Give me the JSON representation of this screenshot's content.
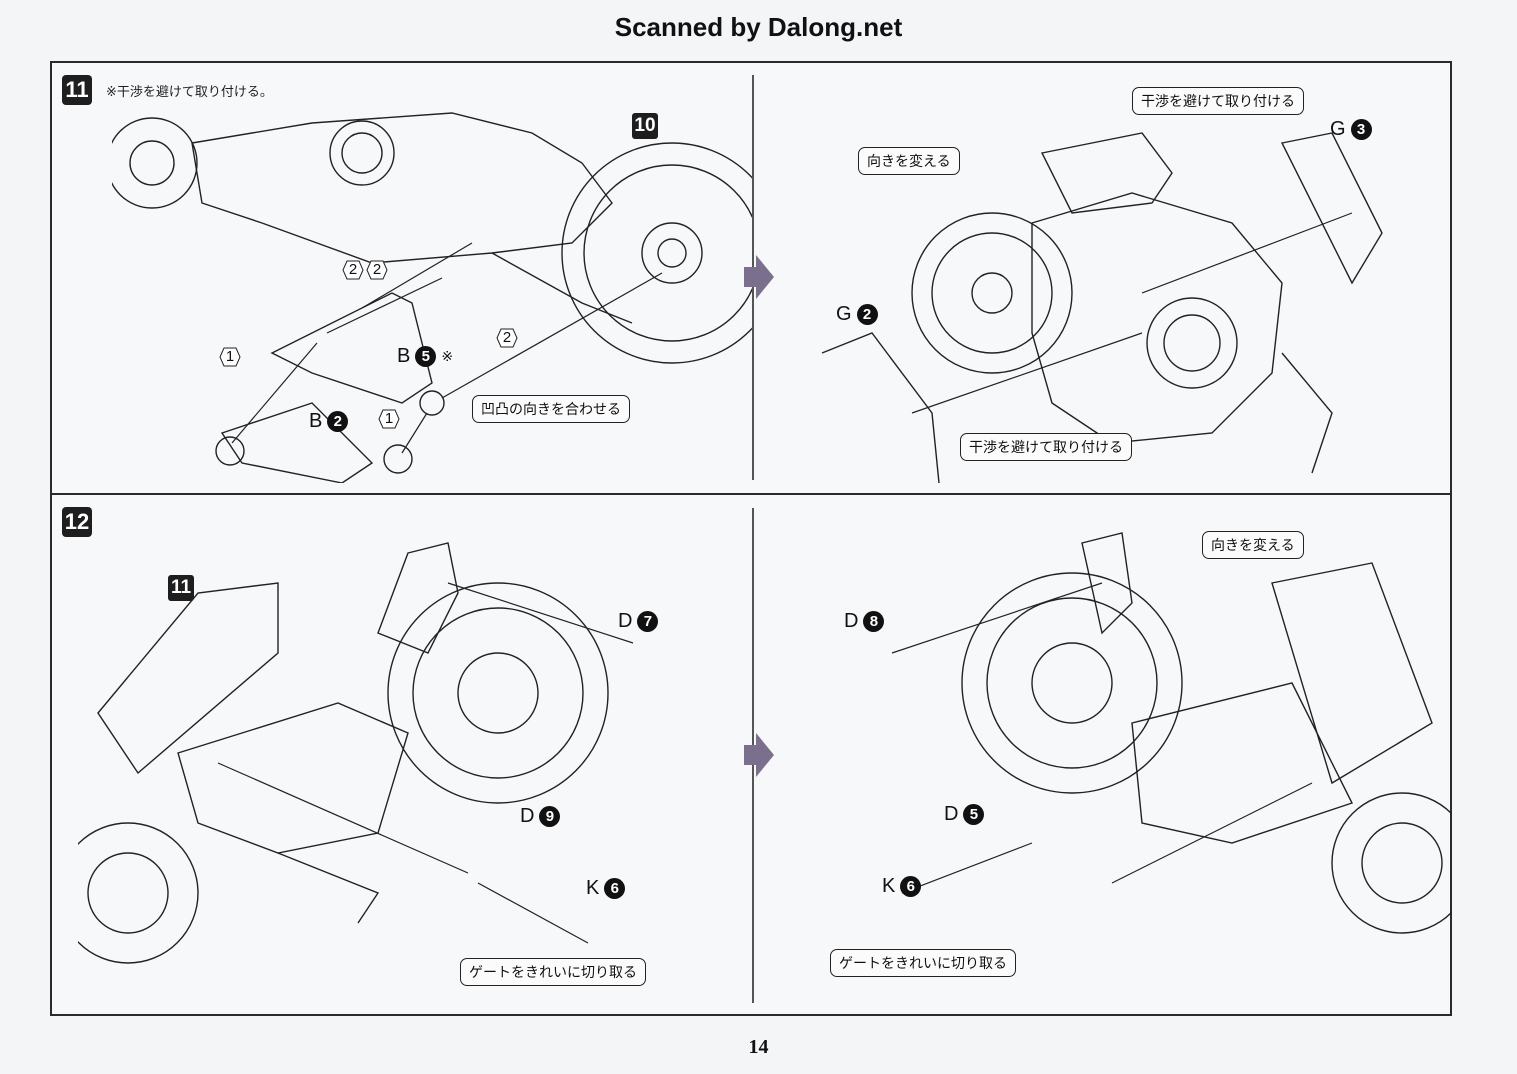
{
  "header": {
    "scan_credit": "Scanned by Dalong.net"
  },
  "page_number": "14",
  "steps": [
    {
      "number": "11",
      "note": "※干渉を避けて取り付ける。",
      "ref_step": "10",
      "left": {
        "callouts": [
          "凹凸の向きを合わせる"
        ],
        "parts": [
          {
            "runner": "B",
            "num": "5",
            "mark": "※"
          },
          {
            "runner": "B",
            "num": "2",
            "mark": ""
          }
        ],
        "connectors": [
          "1",
          "1",
          "2",
          "2",
          "2"
        ]
      },
      "right": {
        "callouts": [
          "向きを変える",
          "干渉を避けて取り付ける",
          "干渉を避けて取り付ける"
        ],
        "parts": [
          {
            "runner": "G",
            "num": "3"
          },
          {
            "runner": "G",
            "num": "2"
          }
        ]
      }
    },
    {
      "number": "12",
      "ref_step": "11",
      "left": {
        "callouts": [
          "ゲートをきれいに切り取る"
        ],
        "parts": [
          {
            "runner": "D",
            "num": "7"
          },
          {
            "runner": "D",
            "num": "9"
          },
          {
            "runner": "K",
            "num": "6"
          }
        ]
      },
      "right": {
        "callouts": [
          "向きを変える",
          "ゲートをきれいに切り取る"
        ],
        "parts": [
          {
            "runner": "D",
            "num": "8"
          },
          {
            "runner": "D",
            "num": "5"
          },
          {
            "runner": "K",
            "num": "6"
          }
        ]
      }
    }
  ],
  "icons": {
    "next_arrow": "arrow-right-icon"
  },
  "colors": {
    "frame": "#2a2a2a",
    "arrow": "#7a6f8c",
    "badge": "#1e1e1e"
  }
}
